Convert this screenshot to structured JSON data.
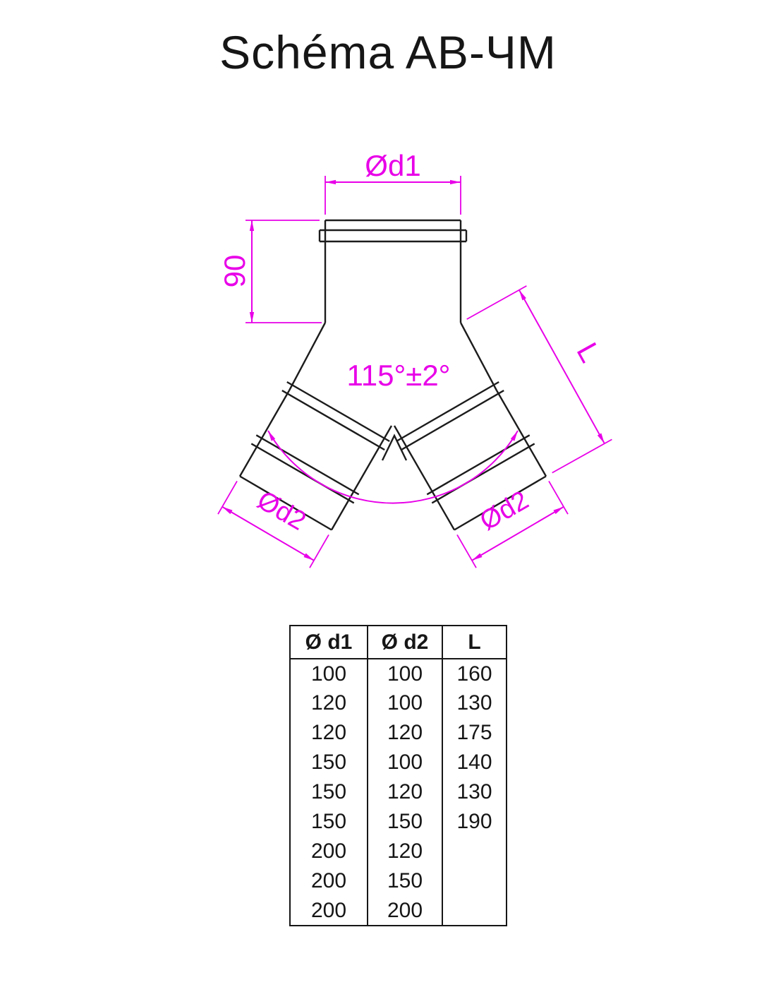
{
  "title": "Schéma AB-ЧМ",
  "colors": {
    "accent": "#e800e8",
    "ink": "#1c1c1c"
  },
  "diagram": {
    "dim_d1": "Ød1",
    "dim_height": "90",
    "dim_length": "L",
    "dim_angle": "115°±2°",
    "dim_d2_left": "Ød2",
    "dim_d2_right": "Ød2"
  },
  "table": {
    "headers": [
      "Ø d1",
      "Ø d2",
      "L"
    ],
    "rows": [
      [
        "100",
        "100",
        "160"
      ],
      [
        "120",
        "100",
        "130"
      ],
      [
        "120",
        "120",
        "175"
      ],
      [
        "150",
        "100",
        "140"
      ],
      [
        "150",
        "120",
        "130"
      ],
      [
        "150",
        "150",
        "190"
      ],
      [
        "200",
        "120",
        ""
      ],
      [
        "200",
        "150",
        ""
      ],
      [
        "200",
        "200",
        ""
      ]
    ]
  }
}
